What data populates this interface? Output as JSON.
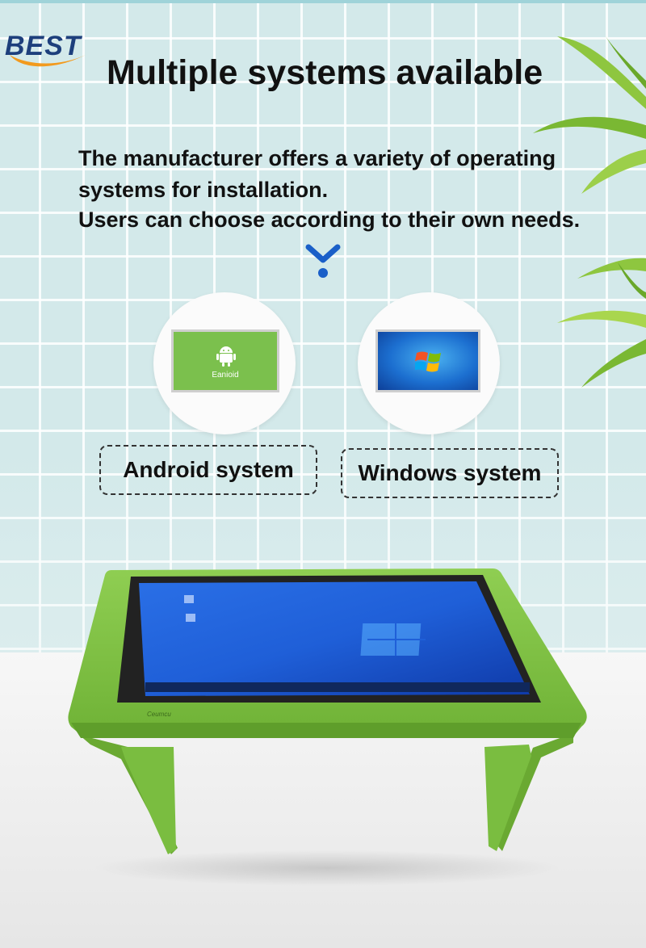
{
  "brand": {
    "logo_text": "BEST"
  },
  "header": {
    "title": "Multiple systems available"
  },
  "description": {
    "line1": "The manufacturer offers a variety of operating",
    "line2": "systems for installation.",
    "line3": "Users can choose according to their own needs."
  },
  "systems": [
    {
      "name": "Android system",
      "screen_text": "Eanioid",
      "icon": "android-icon",
      "color": "#7bc04d"
    },
    {
      "name": "Windows system",
      "icon": "windows-logo-icon",
      "color": "#1c6fd0"
    }
  ],
  "product": {
    "bezel_brand": "Ceumcu",
    "accent": "#7cc242"
  }
}
